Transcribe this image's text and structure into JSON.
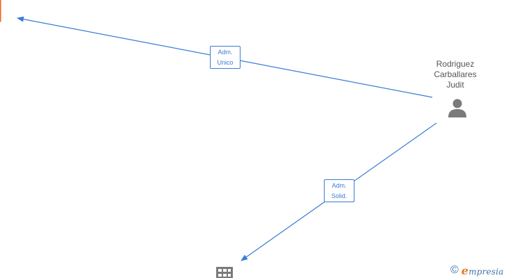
{
  "colors": {
    "edge": "#3a7bd5",
    "accent": "#f26522",
    "node_icon": "#7a7a7a",
    "brand": "#3f70a6",
    "brand_e": "#e87722"
  },
  "person": {
    "name_lines": [
      "Rodriguez",
      "Carballares",
      "Judit"
    ],
    "icon": "person-icon"
  },
  "edges": [
    {
      "label_lines": [
        "Adm.",
        "Unico"
      ]
    },
    {
      "label_lines": [
        "Adm.",
        "Solid."
      ]
    }
  ],
  "company_node": {
    "icon": "building-icon"
  },
  "footer": {
    "copyright_symbol": "©",
    "brand_first_letter": "e",
    "brand_rest": "mpresia"
  }
}
